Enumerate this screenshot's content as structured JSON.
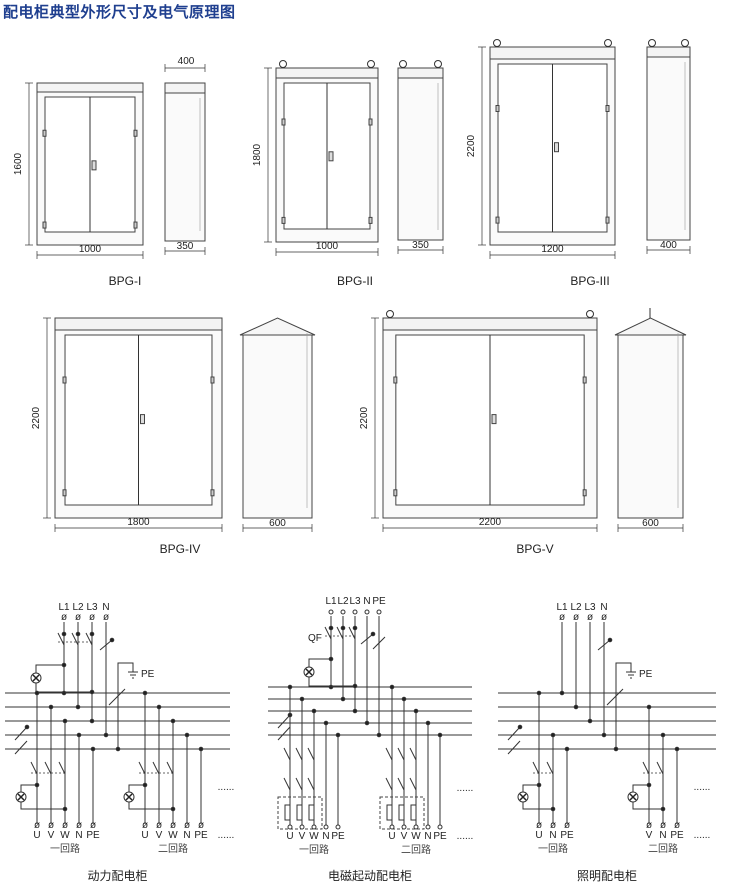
{
  "title": "配电柜典型外形尺寸及电气原理图",
  "cabinets": [
    {
      "model": "BPG-I",
      "height": "1600",
      "width": "1000",
      "depth_top": "400",
      "depth_bottom": "350"
    },
    {
      "model": "BPG-II",
      "height": "1800",
      "width": "1000",
      "depth_bottom": "350"
    },
    {
      "model": "BPG-III",
      "height": "2200",
      "width": "1200",
      "depth_bottom": "400"
    },
    {
      "model": "BPG-IV",
      "height": "2200",
      "width": "1800",
      "depth_bottom": "600"
    },
    {
      "model": "BPG-V",
      "height": "2200",
      "width": "2200",
      "depth_bottom": "600"
    }
  ],
  "schematics": [
    {
      "title": "动力配电柜",
      "inputs": [
        "L1",
        "L2",
        "L3",
        "N"
      ],
      "pe": "PE",
      "circuit1": {
        "terminals": [
          "U",
          "V",
          "W",
          "N",
          "PE"
        ],
        "name": "一回路"
      },
      "circuit2": {
        "terminals": [
          "U",
          "V",
          "W",
          "N",
          "PE"
        ],
        "name": "二回路"
      },
      "ellipsis": "......"
    },
    {
      "title": "电磁起动配电柜",
      "inputs": [
        "L1",
        "L2",
        "L3",
        "N",
        "PE"
      ],
      "breaker": "QF",
      "circuit1": {
        "terminals": [
          "U",
          "V",
          "W",
          "N",
          "PE"
        ],
        "name": "一回路"
      },
      "circuit2": {
        "terminals": [
          "U",
          "V",
          "W",
          "N",
          "PE"
        ],
        "name": "二回路"
      },
      "ellipsis": "......"
    },
    {
      "title": "照明配电柜",
      "inputs": [
        "L1",
        "L2",
        "L3",
        "N"
      ],
      "pe": "PE",
      "circuit1": {
        "terminals": [
          "U",
          "N",
          "PE"
        ],
        "name": "一回路"
      },
      "circuit2": {
        "terminals": [
          "V",
          "N",
          "PE"
        ],
        "name": "二回路"
      },
      "ellipsis": "......"
    }
  ]
}
